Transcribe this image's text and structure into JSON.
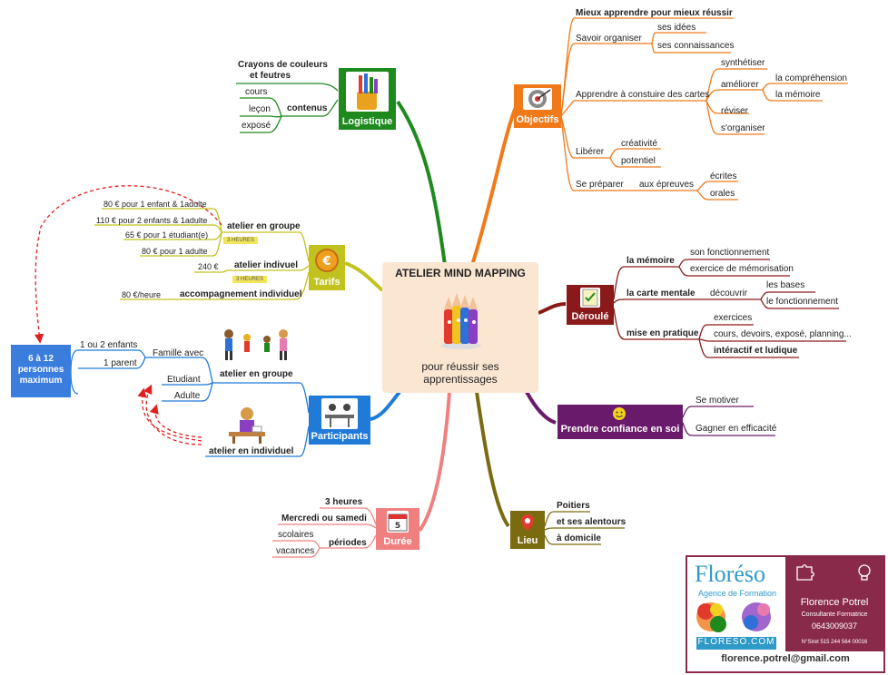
{
  "center": {
    "title": "ATELIER MIND MAPPING",
    "subtitle": "pour réussir ses apprentissages",
    "icon": "crayons-icon"
  },
  "colors": {
    "objectifs": "#f07a1a",
    "logistique": "#1e8a1e",
    "tarifs": "#c2c21e",
    "participants": "#1f7ad8",
    "duree": "#f08080",
    "lieu": "#7a6a10",
    "deroule": "#8a1a1a",
    "confiance": "#6a1a6a",
    "center_bg": "#fbe6d2"
  },
  "objectifs": {
    "label": "Objectifs",
    "items": {
      "mieux": "Mieux apprendre pour mieux réussir",
      "savoir": "Savoir organiser",
      "idees": "ses idées",
      "connaissances": "ses connaissances",
      "apprendre": "Apprendre à constuire des cartes",
      "synthetiser": "synthétiser",
      "ameliorer": "améliorer",
      "comprehension": "la compréhension",
      "memoire": "la mémoire",
      "reviser": "réviser",
      "sorganiser": "s'organiser",
      "liberer": "Libérer",
      "creativite": "créativité",
      "potentiel": "potentiel",
      "preparer": "Se préparer",
      "epreuves": "aux épreuves",
      "ecrites": "écrites",
      "orales": "orales"
    }
  },
  "logistique": {
    "label": "Logistique",
    "crayons": "Crayons de couleurs",
    "feutres": "et feutres",
    "contenus": "contenus",
    "cours": "cours",
    "lecon": "leçon",
    "expose": "exposé"
  },
  "tarifs": {
    "label": "Tarifs",
    "p1": "80 € pour 1 enfant & 1adulte",
    "p2": "110 € pour 2 enfants & 1adulte",
    "p3": "65 € pour 1 étudiant(e)",
    "p4": "80 € pour 1 adulte",
    "groupe": "atelier en groupe",
    "tag1": "3 HEURES",
    "p5": "240 €",
    "indiv": "atelier indivuel",
    "tag2": "3 HEURES",
    "p6": "80 €/heure",
    "accomp": "accompagnement individuel"
  },
  "participants": {
    "label": "Participants",
    "box_line1": "6 à 12",
    "box_line2": "personnes",
    "box_line3": "maximum",
    "enfants": "1 ou 2 enfants",
    "parent": "1 parent",
    "famille": "Famille avec",
    "etudiant": "Etudiant",
    "adulte": "Adulte",
    "groupe": "atelier en groupe",
    "individuel": "atelier en individuel"
  },
  "duree": {
    "label": "Durée",
    "heures": "3 heures",
    "jours": "Mercredi ou samedi",
    "periodes": "périodes",
    "scolaires": "scolaires",
    "vacances": "vacances"
  },
  "lieu": {
    "label": "Lieu",
    "poitiers": "Poitiers",
    "alentours": "et ses alentours",
    "domicile": "à domicile"
  },
  "deroule": {
    "label": "Déroulé",
    "memoire": "la mémoire",
    "fonctionnement1": "son fonctionnement",
    "exercice": "exercice de mémorisation",
    "carte": "la carte mentale",
    "decouvrir": "découvrir",
    "bases": "les bases",
    "fonctionnement2": "le fonctionnement",
    "pratique": "mise en pratique",
    "exercices": "exercices",
    "cours": "cours, devoirs, exposé, planning...",
    "interactif": "intéractif et ludique"
  },
  "confiance": {
    "label": "Prendre confiance en soi",
    "motiver": "Se motiver",
    "efficacite": "Gagner en efficacité"
  },
  "card": {
    "brand": "Floréso",
    "agence": "Agence de Formation",
    "site": "FLORESO.COM",
    "name": "Florence Potrel",
    "role": "Consultante Formatrice",
    "phone": "0643009037",
    "siret": "N°Siret 515 244 564 00016",
    "email": "florence.potrel@gmail.com"
  }
}
